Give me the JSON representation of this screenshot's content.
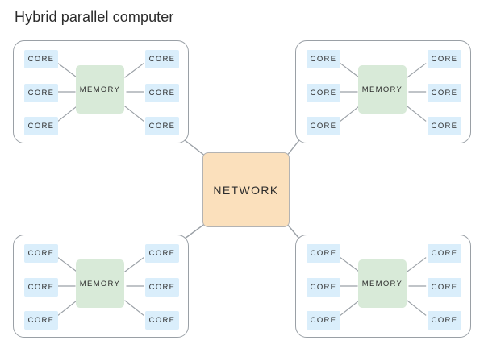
{
  "diagram": {
    "title": "Hybrid parallel computer",
    "type": "block-diagram",
    "colors": {
      "core_fill": "#daeefb",
      "memory_fill": "#d8ead8",
      "network_fill": "#fbe0bc",
      "cluster_border": "#9aa0a6",
      "wire": "#9aa0a6",
      "background": "#ffffff",
      "text": "#2d2d2d"
    },
    "network": {
      "label": "NETWORK"
    },
    "clusters": [
      {
        "id": "cluster-tl",
        "position": "top-left",
        "memory": {
          "label": "MEMORY"
        },
        "cores": [
          {
            "label": "CORE",
            "side": "left",
            "row": 0
          },
          {
            "label": "CORE",
            "side": "left",
            "row": 1
          },
          {
            "label": "CORE",
            "side": "left",
            "row": 2
          },
          {
            "label": "CORE",
            "side": "right",
            "row": 0
          },
          {
            "label": "CORE",
            "side": "right",
            "row": 1
          },
          {
            "label": "CORE",
            "side": "right",
            "row": 2
          }
        ]
      },
      {
        "id": "cluster-tr",
        "position": "top-right",
        "memory": {
          "label": "MEMORY"
        },
        "cores": [
          {
            "label": "CORE",
            "side": "left",
            "row": 0
          },
          {
            "label": "CORE",
            "side": "left",
            "row": 1
          },
          {
            "label": "CORE",
            "side": "left",
            "row": 2
          },
          {
            "label": "CORE",
            "side": "right",
            "row": 0
          },
          {
            "label": "CORE",
            "side": "right",
            "row": 1
          },
          {
            "label": "CORE",
            "side": "right",
            "row": 2
          }
        ]
      },
      {
        "id": "cluster-bl",
        "position": "bottom-left",
        "memory": {
          "label": "MEMORY"
        },
        "cores": [
          {
            "label": "CORE",
            "side": "left",
            "row": 0
          },
          {
            "label": "CORE",
            "side": "left",
            "row": 1
          },
          {
            "label": "CORE",
            "side": "left",
            "row": 2
          },
          {
            "label": "CORE",
            "side": "right",
            "row": 0
          },
          {
            "label": "CORE",
            "side": "right",
            "row": 1
          },
          {
            "label": "CORE",
            "side": "right",
            "row": 2
          }
        ]
      },
      {
        "id": "cluster-br",
        "position": "bottom-right",
        "memory": {
          "label": "MEMORY"
        },
        "cores": [
          {
            "label": "CORE",
            "side": "left",
            "row": 0
          },
          {
            "label": "CORE",
            "side": "left",
            "row": 1
          },
          {
            "label": "CORE",
            "side": "left",
            "row": 2
          },
          {
            "label": "CORE",
            "side": "right",
            "row": 0
          },
          {
            "label": "CORE",
            "side": "right",
            "row": 1
          },
          {
            "label": "CORE",
            "side": "right",
            "row": 2
          }
        ]
      }
    ]
  }
}
